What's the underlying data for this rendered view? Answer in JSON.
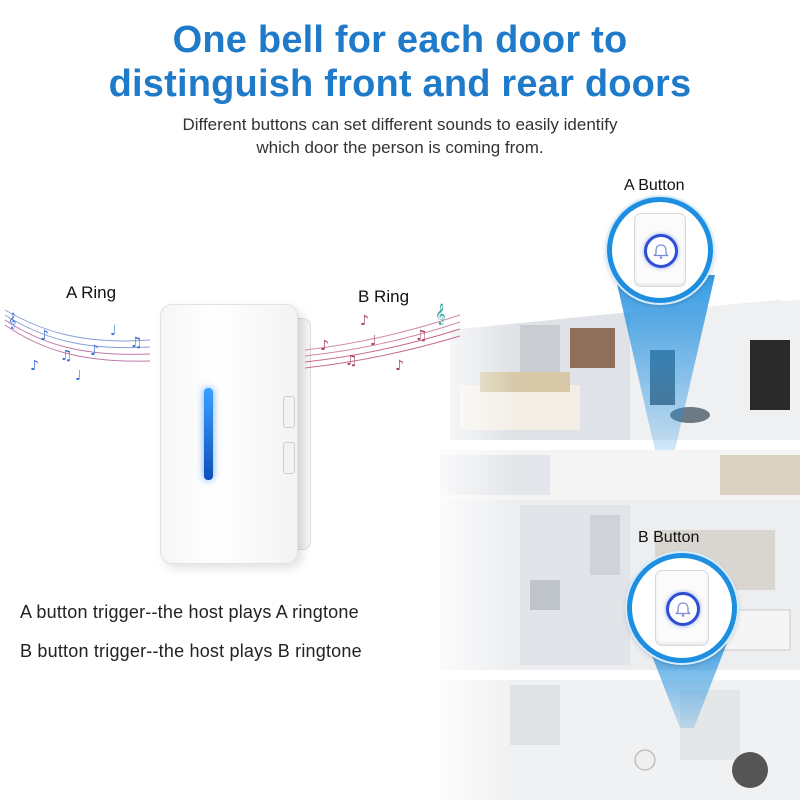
{
  "headline": {
    "line1": "One bell for each door to",
    "line2": "distinguish front and rear doors"
  },
  "subline": {
    "line1": "Different buttons can set different sounds to easily identify",
    "line2": "which door the person is coming from."
  },
  "ring_a_label": "A Ring",
  "ring_b_label": "B Ring",
  "a_button_label": "A Button",
  "b_button_label": "B Button",
  "descriptions": [
    "A button trigger--the host plays A ringtone",
    "B button trigger--the host plays B ringtone"
  ],
  "colors": {
    "headline": "#1f7ac9",
    "callout_ring": "#1e8fe0",
    "led": "#1a6fe0",
    "notes_a": "#3b6fd6",
    "notes_b": "#c0507a"
  },
  "icons": {
    "remote_button": "bell-icon",
    "notes": "music-notes-icon"
  }
}
